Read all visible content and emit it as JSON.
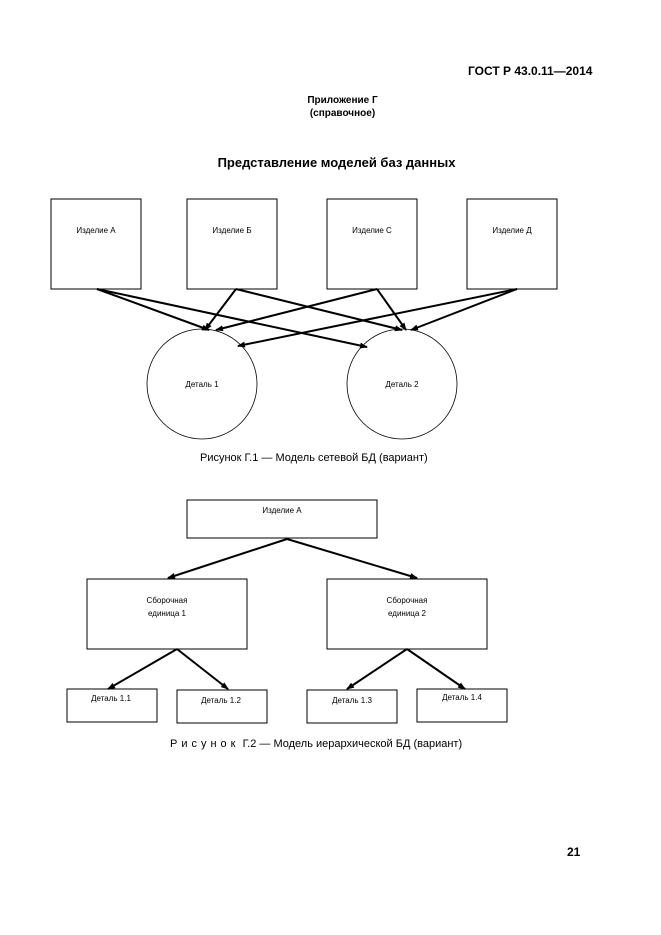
{
  "header": {
    "standard_code": "ГОСТ Р 43.0.11—2014",
    "appendix_title": "Приложение Г",
    "appendix_type": "(справочное)"
  },
  "section_title": "Представление моделей баз данных",
  "figure1": {
    "caption": "Рисунок Г.1 — Модель сетевой БД (вариант)",
    "products": [
      "Изделие А",
      "Изделие Б",
      "Изделие С",
      "Изделие Д"
    ],
    "parts": [
      "Деталь 1",
      "Деталь 2"
    ],
    "links": [
      {
        "from": "Изделие А",
        "to": "Деталь 1"
      },
      {
        "from": "Изделие А",
        "to": "Деталь 2"
      },
      {
        "from": "Изделие Б",
        "to": "Деталь 1"
      },
      {
        "from": "Изделие Б",
        "to": "Деталь 2"
      },
      {
        "from": "Изделие С",
        "to": "Деталь 1"
      },
      {
        "from": "Изделие С",
        "to": "Деталь 2"
      },
      {
        "from": "Изделие Д",
        "to": "Деталь 1"
      },
      {
        "from": "Изделие Д",
        "to": "Деталь 2"
      }
    ]
  },
  "figure2": {
    "caption_prefix": "Рисунок",
    "caption_rest": "Г.2 — Модель иерархической БД (вариант)",
    "root": "Изделие А",
    "assemblies": [
      {
        "line1": "Сборочная",
        "line2": "единица 1",
        "children": [
          "Деталь 1.1",
          "Деталь 1.2"
        ]
      },
      {
        "line1": "Сборочная",
        "line2": "единица 2",
        "children": [
          "Деталь 1.3",
          "Деталь 1.4"
        ]
      }
    ]
  },
  "page_number": "21"
}
